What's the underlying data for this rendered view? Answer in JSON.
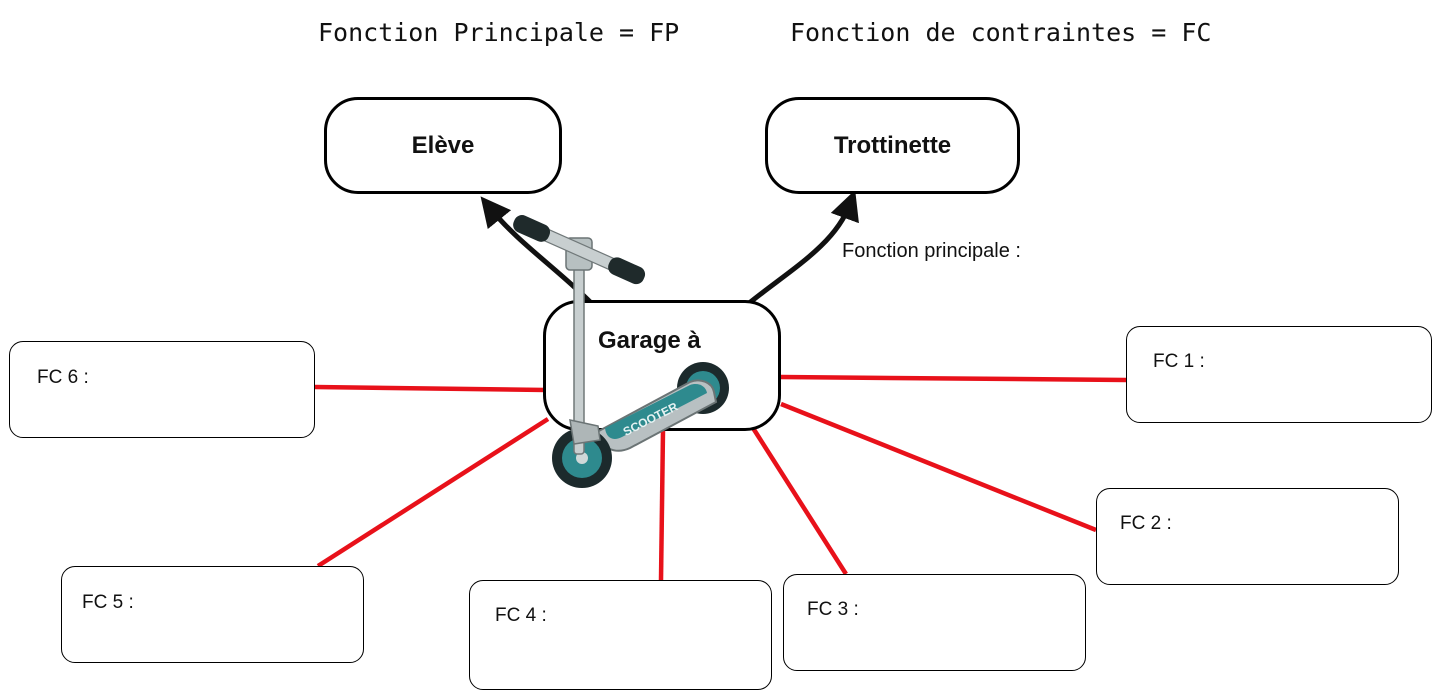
{
  "legend": {
    "main_function": "Fonction Principale = FP",
    "constraint_function": "Fonction de contraintes = FC"
  },
  "nodes": {
    "eleve": "Elève",
    "trottinette": "Trottinette",
    "garage": "Garage à"
  },
  "main_function_caption": "Fonction principale :",
  "scooter_image": {
    "deck_text": "SCOOTER",
    "color": "#2e8a8e"
  },
  "constraint_boxes": [
    {
      "label": "FC 1 :"
    },
    {
      "label": "FC 2 :"
    },
    {
      "label": "FC 3 :"
    },
    {
      "label": "FC 4 :"
    },
    {
      "label": "FC 5 :"
    },
    {
      "label": "FC 6 :"
    }
  ],
  "colors": {
    "constraint_line": "#e8111a",
    "arrow": "#111111"
  }
}
